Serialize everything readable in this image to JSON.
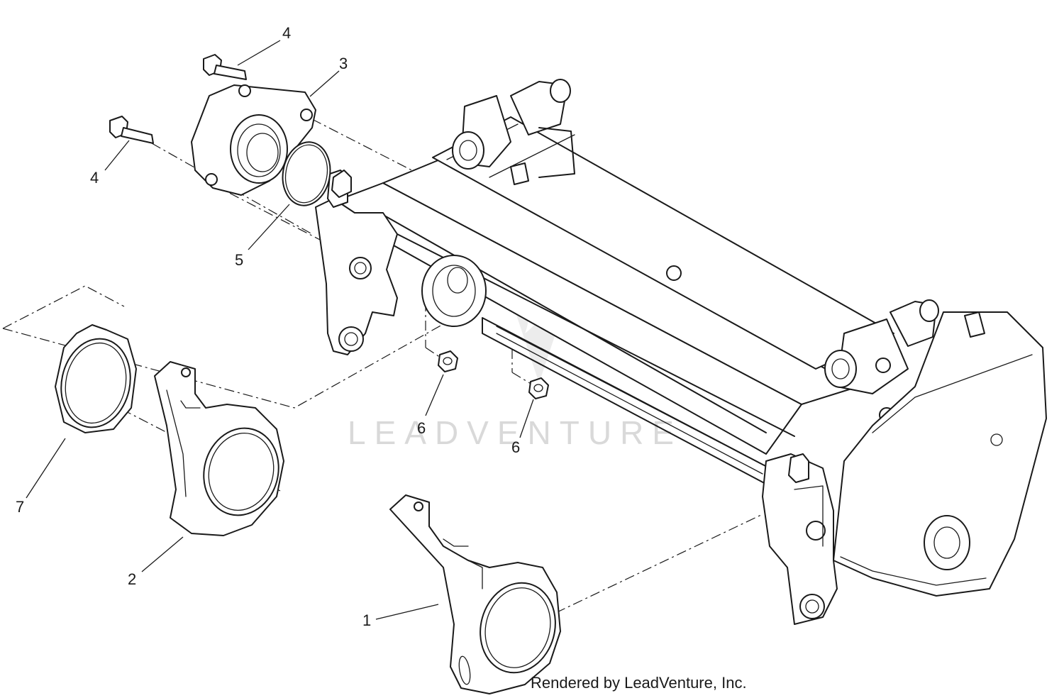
{
  "callouts": [
    {
      "id": "c4a",
      "label": "4"
    },
    {
      "id": "c3",
      "label": "3"
    },
    {
      "id": "c4b",
      "label": "4"
    },
    {
      "id": "c5",
      "label": "5"
    },
    {
      "id": "c6a",
      "label": "6"
    },
    {
      "id": "c6b",
      "label": "6"
    },
    {
      "id": "c7",
      "label": "7"
    },
    {
      "id": "c2",
      "label": "2"
    },
    {
      "id": "c1",
      "label": "1"
    }
  ],
  "watermark": "LEADVENTURE",
  "credit": "Rendered by LeadVenture, Inc.",
  "colors": {
    "line": "#1a1a1a",
    "watermark": "#d9d9d9",
    "background": "#ffffff"
  }
}
